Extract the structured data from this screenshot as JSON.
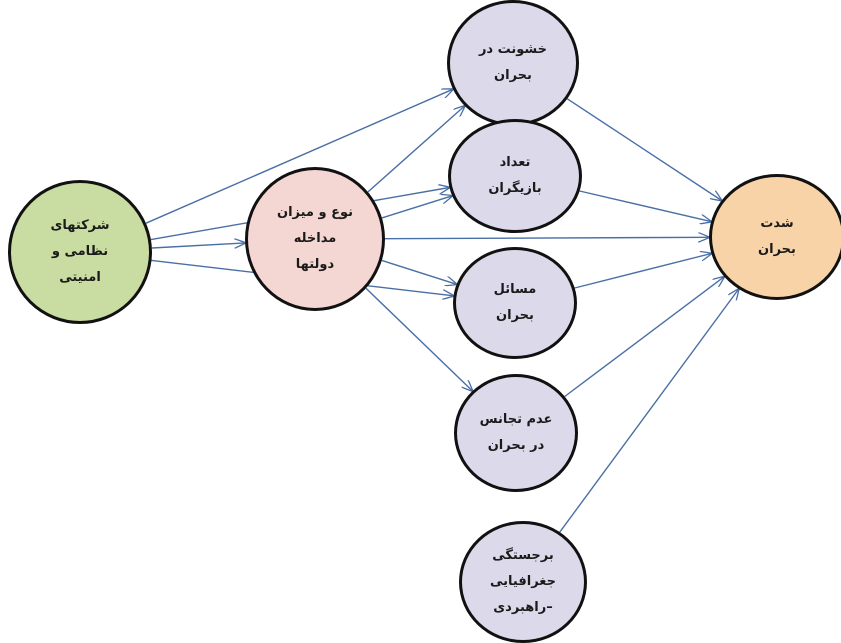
{
  "diagram": {
    "nodes": [
      {
        "id": "military_companies",
        "label": "شرکتهای\nنظامی و\nامنیتی",
        "fill": "#c9dca2"
      },
      {
        "id": "intervention",
        "label": "نوع و میزان\nمداخله\nدولتها",
        "fill": "#f4d6d2"
      },
      {
        "id": "violence",
        "label": "خشونت در\nبحران",
        "fill": "#dcdaea"
      },
      {
        "id": "actors",
        "label": "تعداد\nبازیگران",
        "fill": "#dcdaea"
      },
      {
        "id": "issues",
        "label": "مسائل\nبحران",
        "fill": "#dcdaea"
      },
      {
        "id": "heterogeneity",
        "label": "عدم تجانس\nدر بحران",
        "fill": "#dcdaea"
      },
      {
        "id": "geo",
        "label": "برجستگی\nجغرافیایی\n–راهبردی",
        "fill": "#dcdaea"
      },
      {
        "id": "severity",
        "label": "شدت\nبحران",
        "fill": "#f8d3a7"
      }
    ],
    "edges": [
      {
        "from": "military_companies",
        "to": "violence"
      },
      {
        "from": "military_companies",
        "to": "actors"
      },
      {
        "from": "military_companies",
        "to": "intervention"
      },
      {
        "from": "military_companies",
        "to": "issues"
      },
      {
        "from": "intervention",
        "to": "violence"
      },
      {
        "from": "intervention",
        "to": "actors"
      },
      {
        "from": "intervention",
        "to": "severity"
      },
      {
        "from": "intervention",
        "to": "issues"
      },
      {
        "from": "intervention",
        "to": "heterogeneity"
      },
      {
        "from": "violence",
        "to": "severity"
      },
      {
        "from": "actors",
        "to": "severity"
      },
      {
        "from": "issues",
        "to": "severity"
      },
      {
        "from": "heterogeneity",
        "to": "severity"
      },
      {
        "from": "geo",
        "to": "severity"
      }
    ],
    "edge_color": "#4a6fa5",
    "border_color": "#111111"
  }
}
